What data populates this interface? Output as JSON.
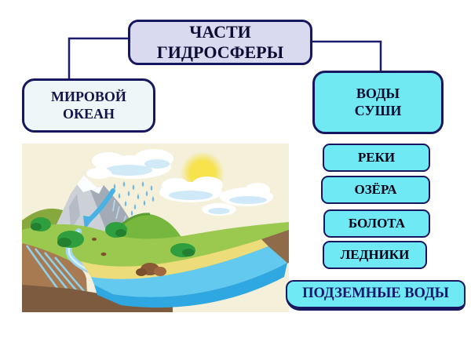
{
  "slide": {
    "title_box": {
      "label": "ЧАСТИ\nГИДРОСФЕРЫ"
    },
    "branches": [
      {
        "id": "mirovoy-okean",
        "label": "МИРОВОЙ\nОКЕАН"
      },
      {
        "id": "vody-sushi",
        "label": "ВОДЫ\nСУШИ"
      }
    ],
    "vody_sushi_children": [
      {
        "label": "РЕКИ"
      },
      {
        "label": "ОЗЁРА"
      },
      {
        "label": "БОЛОТА"
      },
      {
        "label": "ЛЕДНИКИ"
      },
      {
        "label": "ПОДЗЕМНЫЕ ВОДЫ"
      }
    ]
  },
  "colors": {
    "page_background": "#ffffff",
    "root_fill": "#d9d9f0",
    "cyan_fill": "#6fe9f4",
    "ocean_fill": "#eef7f7",
    "border_navy": "#17175f",
    "connector_navy": "#1b1b6e",
    "illustration_sky": "#f4f0da"
  },
  "illustration": {
    "icons": [
      "sun-icon",
      "cloud-icon",
      "rain-icon",
      "mountain-icon",
      "snow-cap-icon",
      "flow-arrow-icon",
      "hill-icon",
      "river-icon",
      "sand-icon",
      "lake-icon",
      "soil-cross-section-icon",
      "groundwater-icon",
      "bush-icon",
      "rocks-icon"
    ]
  }
}
